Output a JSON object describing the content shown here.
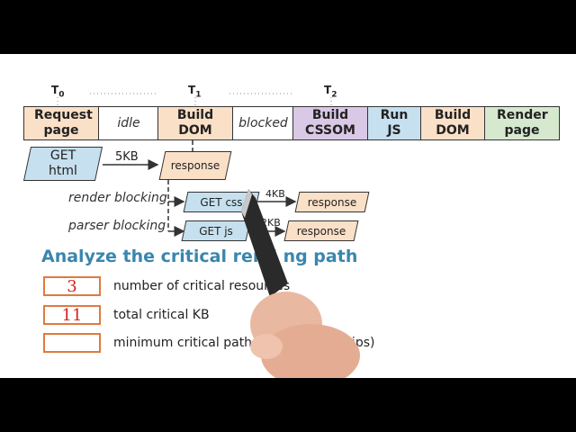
{
  "timeline": {
    "markers": [
      {
        "base": "T",
        "sub": "0"
      },
      {
        "base": "T",
        "sub": "1"
      },
      {
        "base": "T",
        "sub": "2"
      }
    ],
    "row": {
      "request_page": "Request page",
      "idle": "idle",
      "build_dom": "Build DOM",
      "blocked": "blocked",
      "build_cssom": "Build CSSOM",
      "run_js": "Run JS",
      "build_dom_2": "Build DOM",
      "render_page": "Render page"
    }
  },
  "requests": {
    "get_html": "GET html",
    "html_size": "5KB",
    "html_response": "response",
    "render_blocking_label": "render blocking",
    "get_css": "GET css",
    "css_size": "4KB",
    "css_response": "response",
    "parser_blocking_label": "parser blocking",
    "get_js": "GET js",
    "js_size": "2KB",
    "js_response": "response"
  },
  "quiz": {
    "heading": "Analyze the critical rend    ng path",
    "items": [
      {
        "answer": "3",
        "label": "number of critical resources"
      },
      {
        "answer": "11",
        "label": "total critical KB"
      },
      {
        "answer": "",
        "label": "minimum critical path length (roundtrips)"
      }
    ]
  },
  "colors": {
    "peach": "#fbe0c8",
    "lavender": "#d9c8e6",
    "blue": "#c6e0ef",
    "green": "#d6e9cf",
    "heading": "#3a86ad",
    "answer_box_border": "#e07a3f",
    "answer_ink": "#d62020"
  },
  "overlay": {
    "pen_in_hand": "hand-with-pen-icon"
  }
}
